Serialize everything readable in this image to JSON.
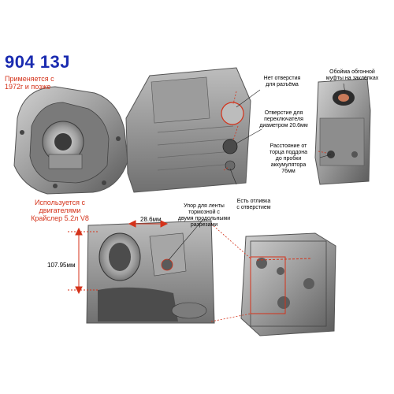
{
  "header": {
    "title": "904 13J",
    "subtitle_lines": [
      "Применяется с",
      "1972г и позже"
    ]
  },
  "left_note_lines": [
    "Используется с",
    "двигателями",
    "Крайслер 5.2л V8"
  ],
  "callouts": {
    "no_hole": [
      "Нет отверстия",
      "для разъёма"
    ],
    "shifter_hole": [
      "Отверстие для",
      "переключателя",
      "диаметром 20.6мм"
    ],
    "clutch_liner": [
      "Обойма обгонной",
      "муфты на заклёпках"
    ],
    "distance": [
      "Расстояние от",
      "торца поддона",
      "до пробки",
      "аккумулятора",
      "76мм"
    ],
    "casting_hole": [
      "Есть отливка",
      "с отверстием"
    ],
    "band_stop": [
      "Упор для ленты",
      "тормозной с",
      "двумя продольными",
      "разрезами"
    ]
  },
  "dimensions": {
    "width_label": "28.6мм",
    "height_label": "107.95мм"
  },
  "colors": {
    "title": "#1a2bb0",
    "accent_red": "#d4321a",
    "metal_dark": "#5e5e5e",
    "metal_mid": "#8c8c8c",
    "metal_light": "#c4c4c4"
  }
}
